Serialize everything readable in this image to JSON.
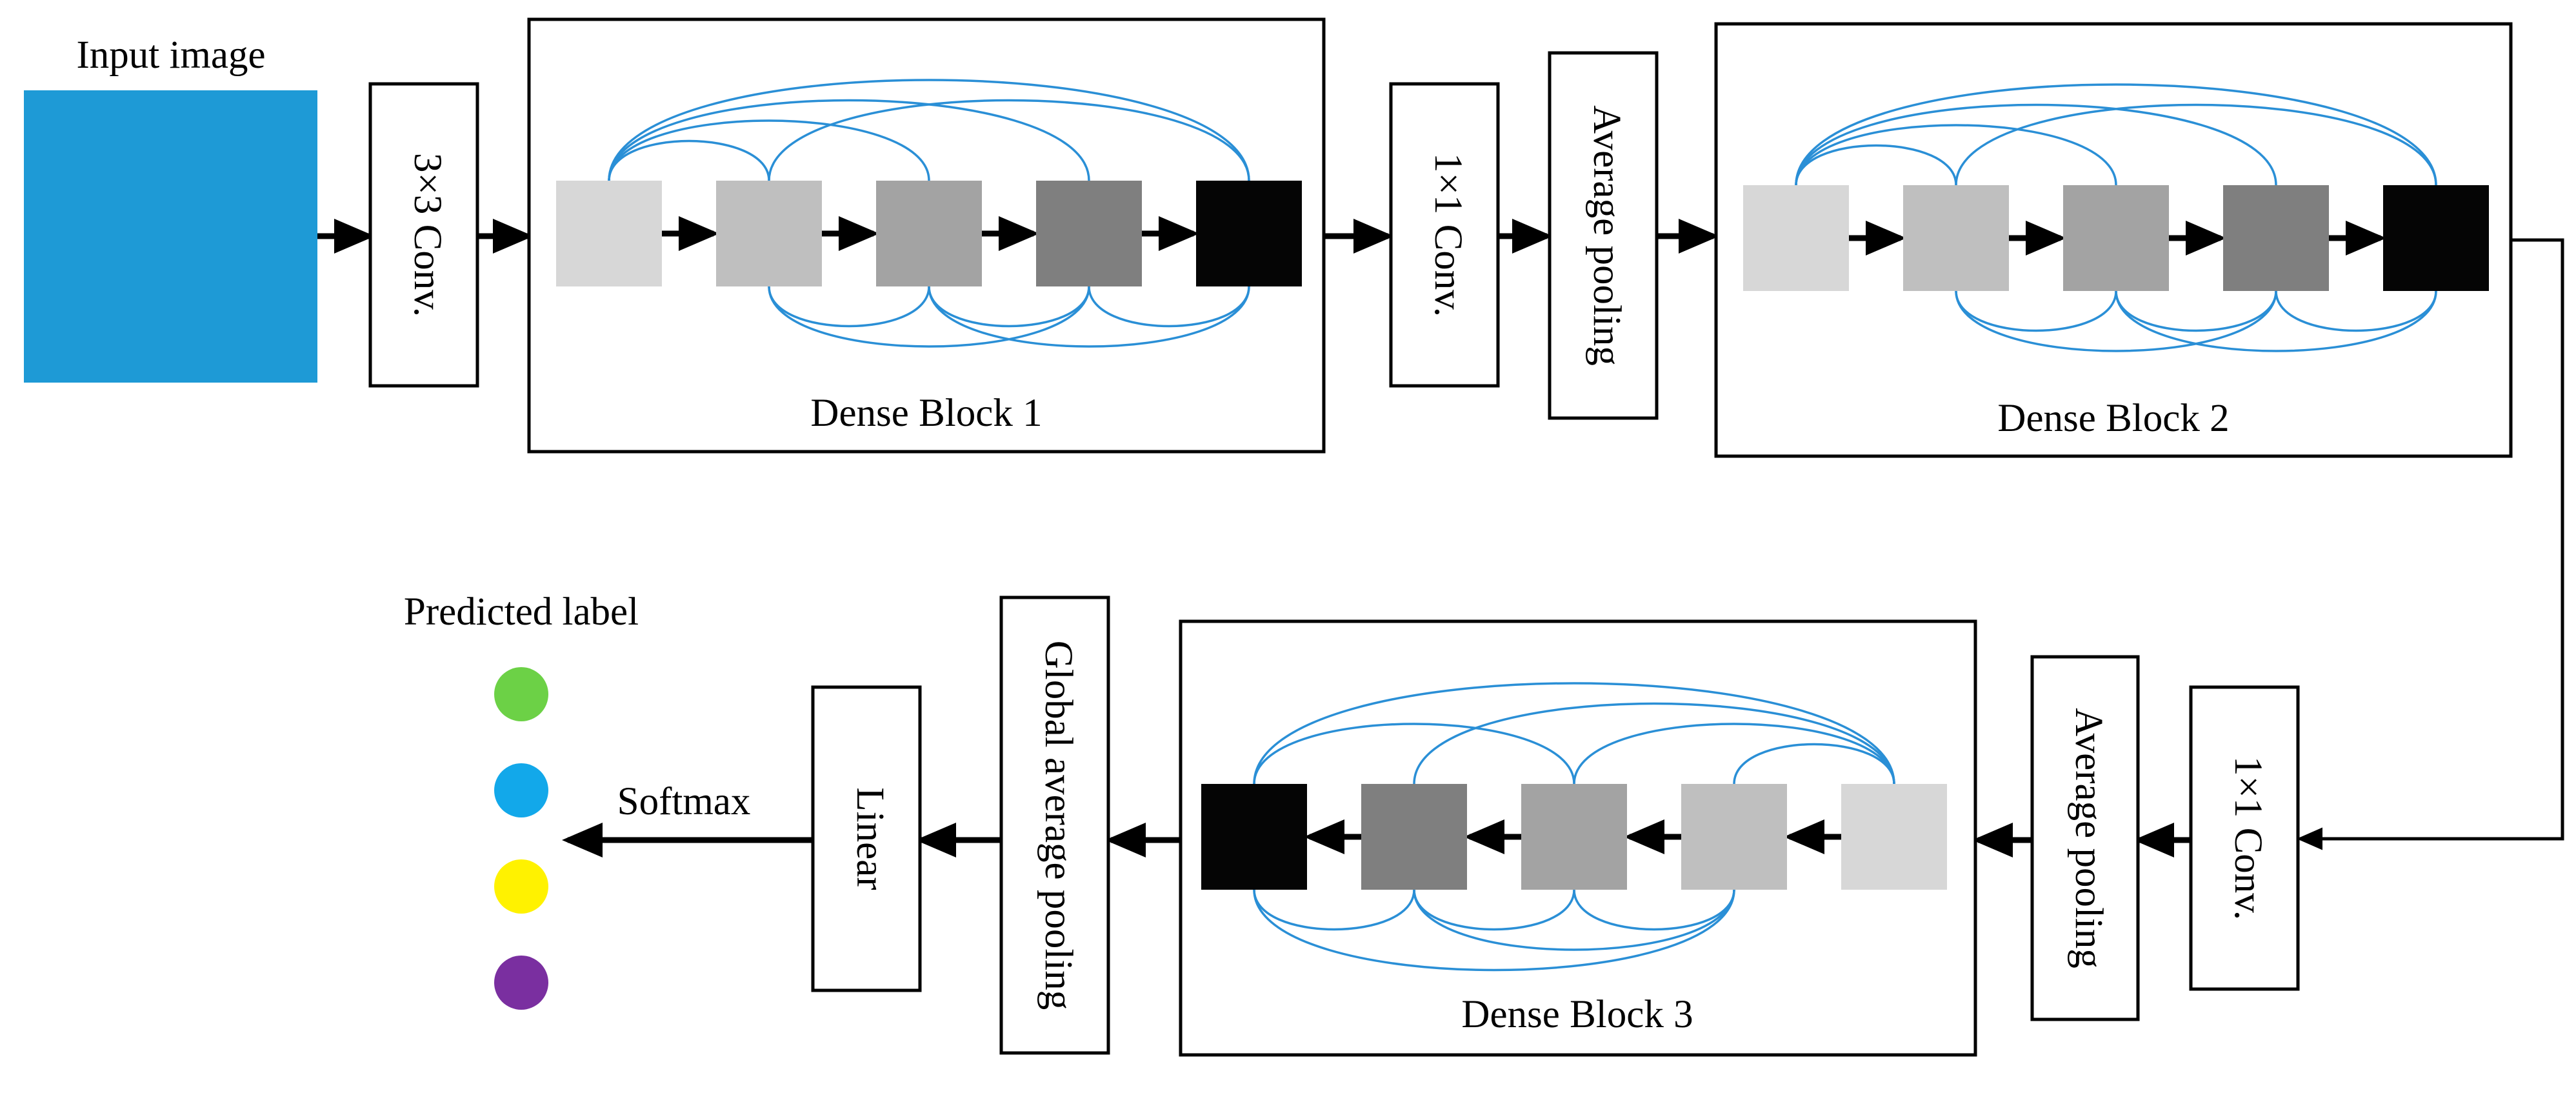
{
  "input": {
    "label": "Input image",
    "color": "#1e9ad6"
  },
  "conv1": {
    "label": "3×3 Conv."
  },
  "block1": {
    "label": "Dense Block 1",
    "layer_colors": [
      "#d7d7d7",
      "#bfbfbf",
      "#a3a3a3",
      "#7f7f7f",
      "#050505"
    ]
  },
  "trans1": {
    "conv_label": "1×1 Conv.",
    "pool_label": "Average pooling"
  },
  "block2": {
    "label": "Dense Block 2",
    "layer_colors": [
      "#d7d7d7",
      "#bfbfbf",
      "#a3a3a3",
      "#7f7f7f",
      "#050505"
    ]
  },
  "trans2": {
    "conv_label": "1×1 Conv.",
    "pool_label": "Average pooling"
  },
  "block3": {
    "label": "Dense Block 3",
    "layer_colors": [
      "#050505",
      "#7f7f7f",
      "#a3a3a3",
      "#bfbfbf",
      "#d7d7d7"
    ]
  },
  "gap": {
    "label": "Global average pooling"
  },
  "linear": {
    "label": "Linear"
  },
  "softmax": {
    "label": "Softmax"
  },
  "prediction": {
    "label": "Predicted label",
    "dot_colors": [
      "#6cd146",
      "#12a8ea",
      "#fff200",
      "#7a2fa0"
    ]
  },
  "skip_color": "#2a8fd6"
}
